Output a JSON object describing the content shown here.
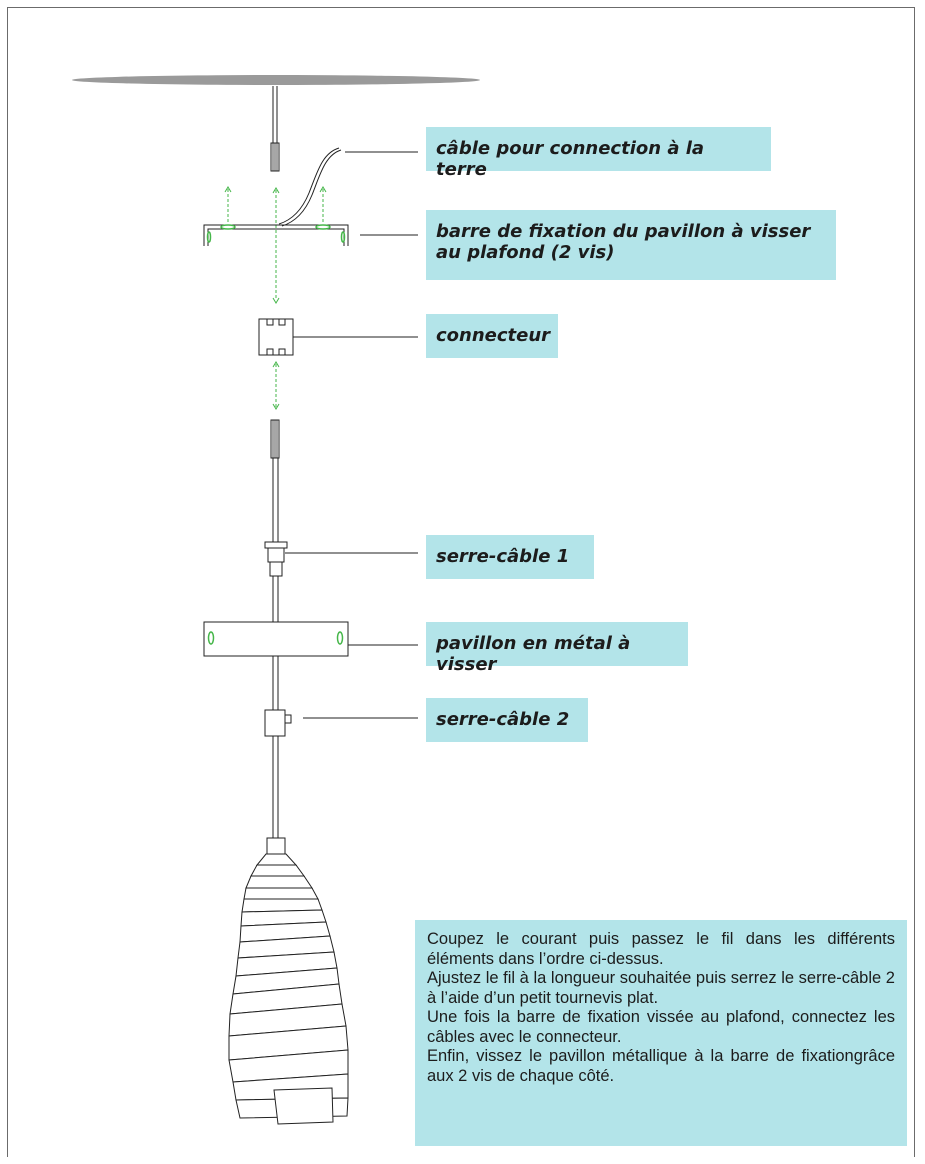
{
  "labels": {
    "cable": "câble pour connection à la terre",
    "barre": "barre de fixation du pavillon à visser au plafond (2 vis)",
    "connecteur": "connecteur",
    "serre1": "serre-câble 1",
    "pavillon": "pavillon en métal à visser",
    "serre2": "serre-câble 2"
  },
  "instructions": [
    "Coupez le courant puis passez le fil dans les différents éléments dans l’ordre ci-dessus.",
    "Ajustez le fil à la longueur souhaitée puis serrez le serre-câble 2 à l’aide d’un petit tournevis plat.",
    "Une fois la barre de fixation vissée au plafond, connectez les câbles avec le connecteur.",
    "Enfin, vissez le pavillon métallique à la barre de fixationgrâce aux 2 vis de chaque côté."
  ],
  "colors": {
    "label_background": "#b3e4e9",
    "guide_arrow": "#45b649",
    "ceiling": "#9a9a9a",
    "line": "#222222"
  }
}
